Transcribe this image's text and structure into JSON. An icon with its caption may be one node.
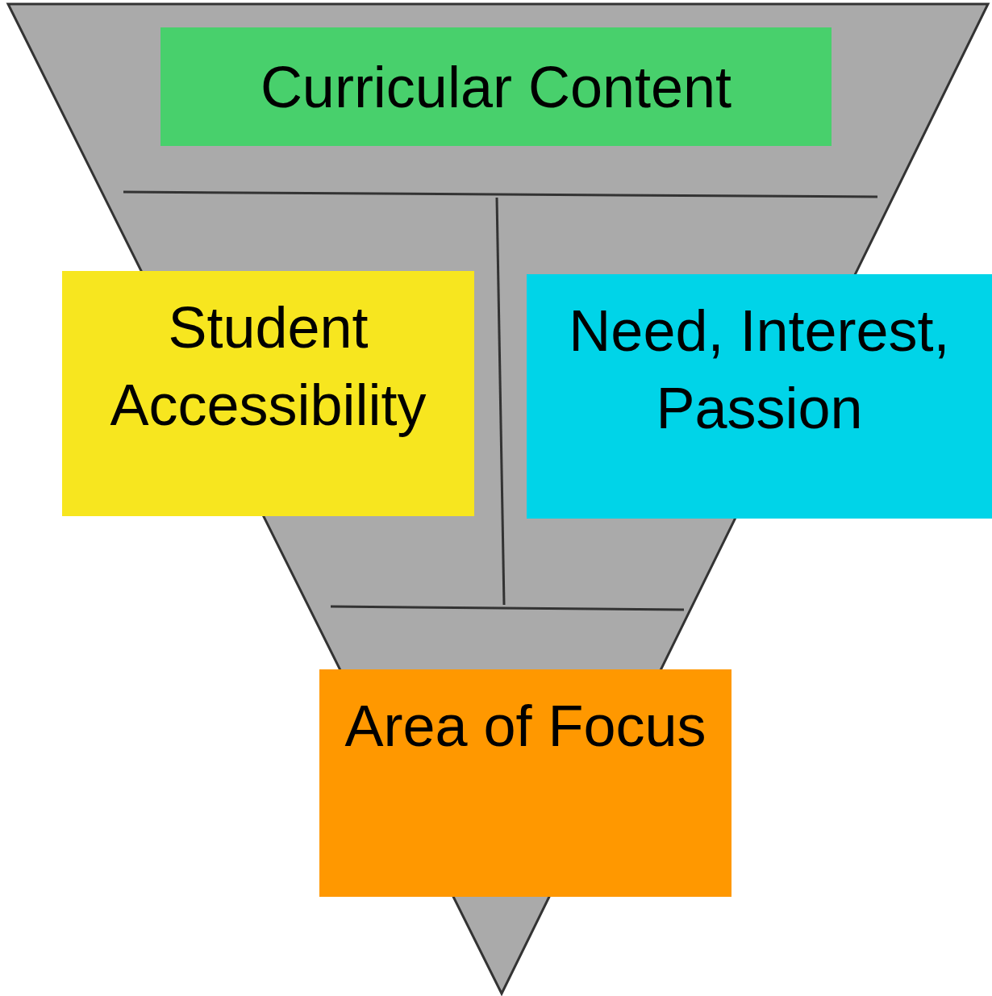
{
  "diagram": {
    "nodes": [
      {
        "text": [
          "Curricular Content"
        ]
      },
      {
        "text": [
          "Student Accessibility"
        ]
      },
      {
        "text": [
          "Need, Interest, Passion"
        ]
      },
      {
        "text": [
          "Area of Focus"
        ]
      }
    ]
  }
}
